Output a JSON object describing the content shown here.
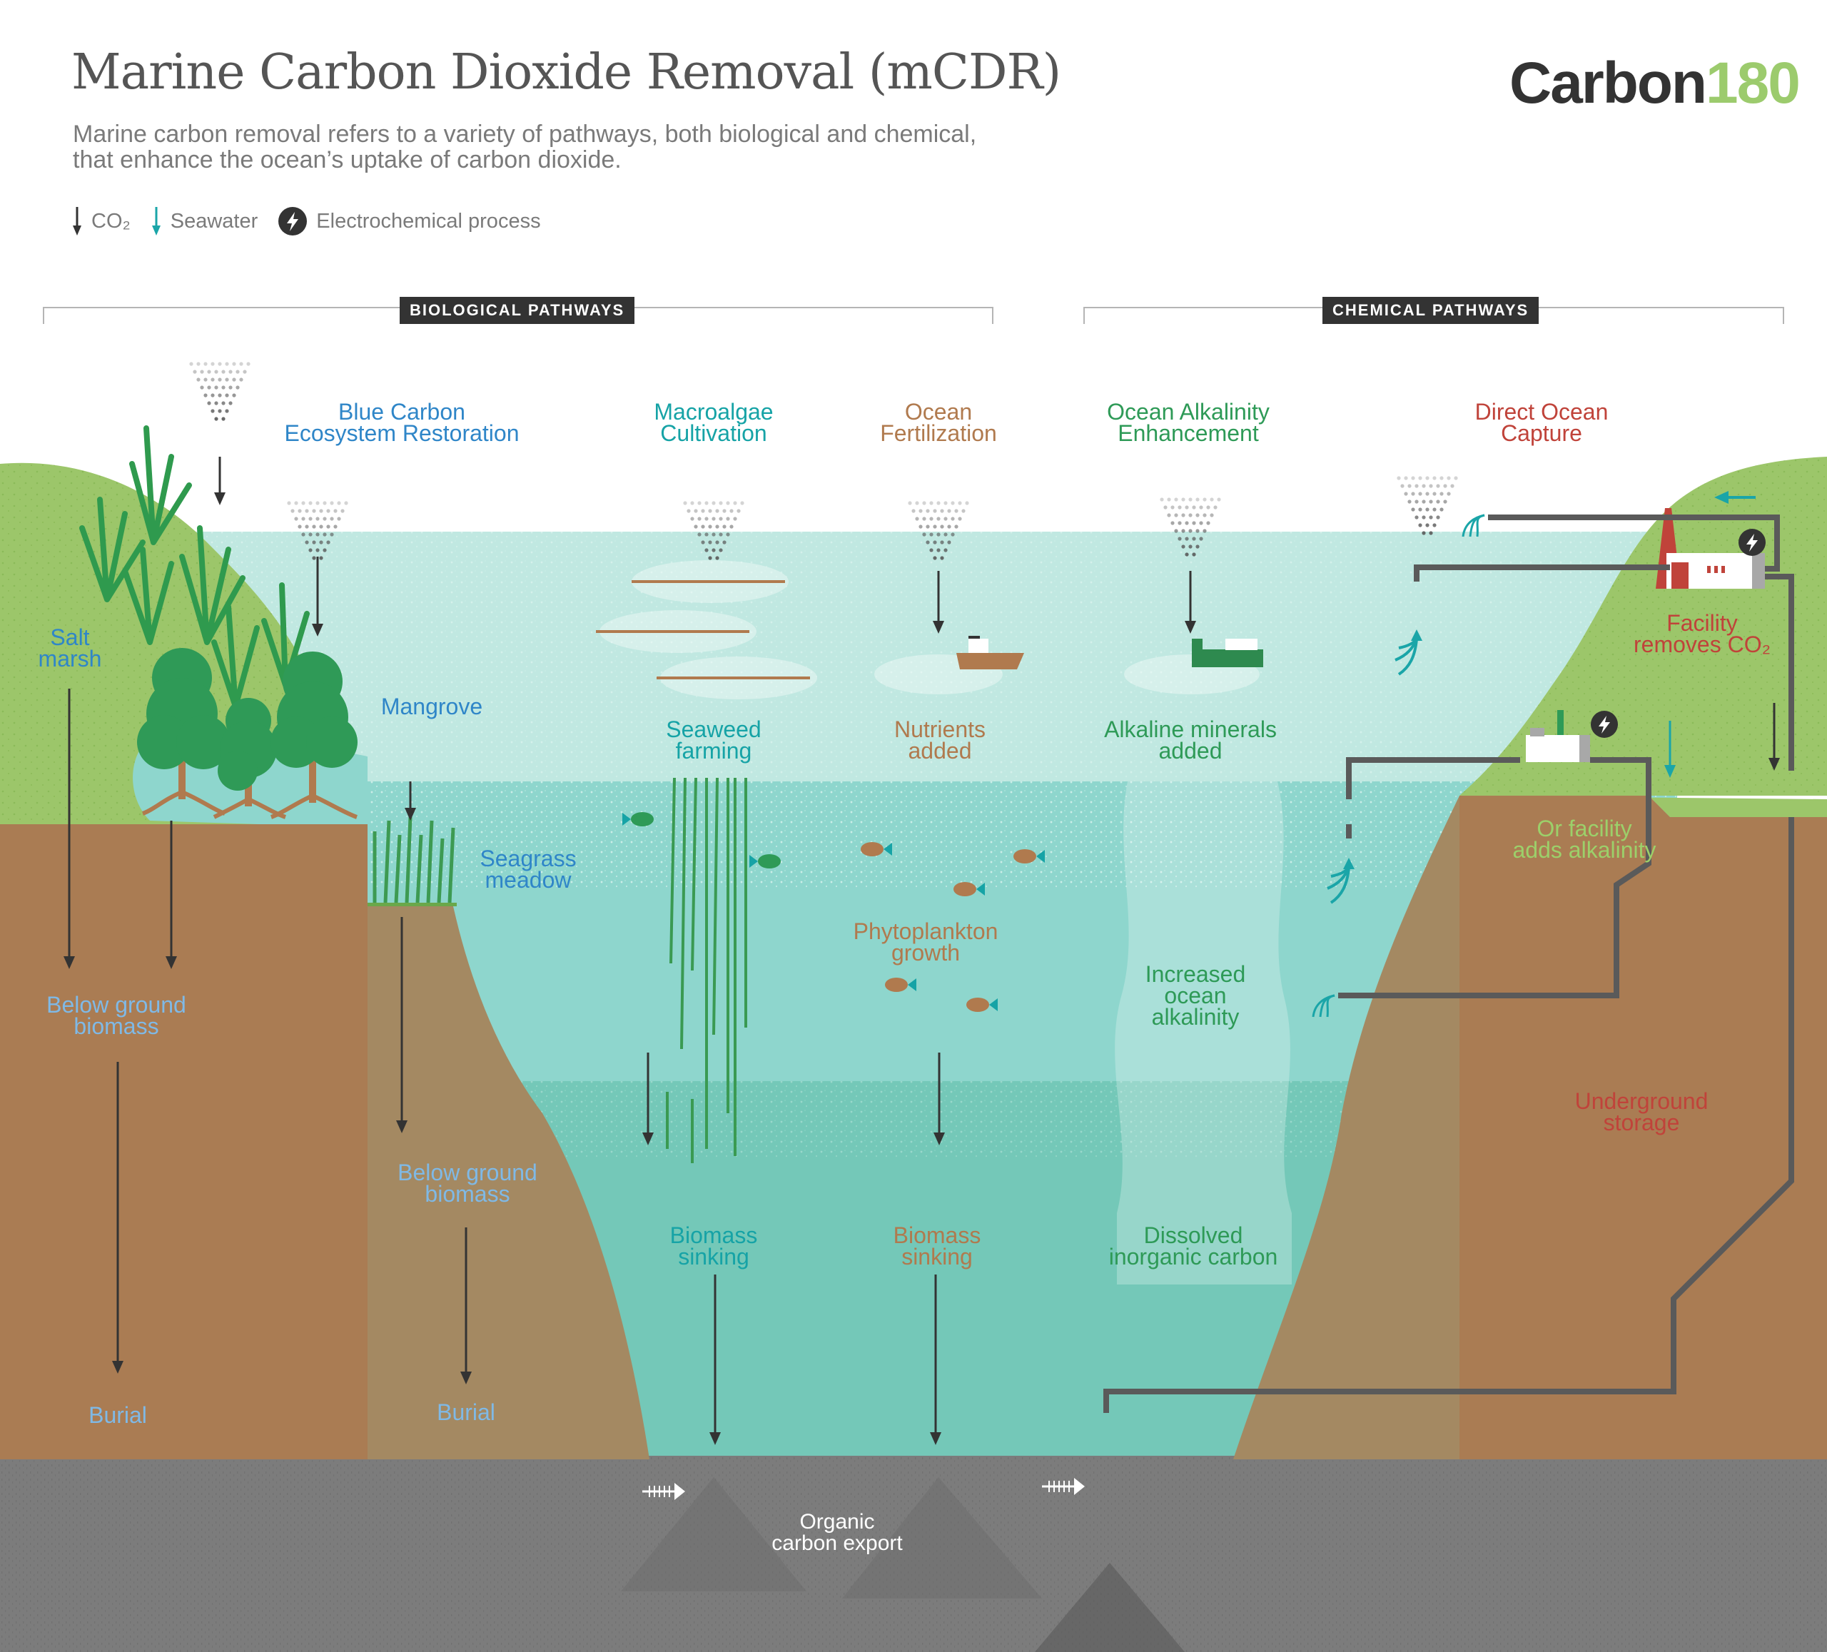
{
  "header": {
    "title": "Marine Carbon Dioxide Removal (mCDR)",
    "subtitle_lines": [
      "Marine carbon removal refers to a variety of pathways, both biological and chemical,",
      "that enhance the ocean’s uptake of carbon dioxide."
    ],
    "logo": {
      "word": "Carbon",
      "number": "180"
    }
  },
  "legend": [
    {
      "icon": "co2-arrow-icon",
      "label": "CO₂",
      "color": "#333333"
    },
    {
      "icon": "seawater-arrow-icon",
      "label": "Seawater",
      "color": "#1aa5a8"
    },
    {
      "icon": "lightning-icon",
      "label": "Electrochemical process",
      "color": "#333333"
    }
  ],
  "sections": {
    "biological": "BIOLOGICAL PATHWAYS",
    "chemical": "CHEMICAL PATHWAYS"
  },
  "pathways": {
    "blue_carbon": {
      "title_lines": [
        "Blue Carbon",
        "Ecosystem Restoration"
      ],
      "color": "#2f86c8"
    },
    "macroalgae": {
      "title_lines": [
        "Macroalgae",
        "Cultivation"
      ],
      "color": "#16a3a6"
    },
    "fertilization": {
      "title_lines": [
        "Ocean",
        "Fertilization"
      ],
      "color": "#b07a4e"
    },
    "alkalinity": {
      "title_lines": [
        "Ocean Alkalinity",
        "Enhancement"
      ],
      "color": "#2e9a57"
    },
    "direct_capture": {
      "title_lines": [
        "Direct Ocean",
        "Capture"
      ],
      "color": "#c0433a"
    }
  },
  "labels": {
    "salt_marsh": [
      "Salt",
      "marsh"
    ],
    "mangrove": "Mangrove",
    "seagrass": [
      "Seagrass",
      "meadow"
    ],
    "below_ground_1": [
      "Below ground",
      "biomass"
    ],
    "below_ground_2": [
      "Below ground",
      "biomass"
    ],
    "burial_1": "Burial",
    "burial_2": "Burial",
    "seaweed_farming": [
      "Seaweed",
      "farming"
    ],
    "nutrients_added": [
      "Nutrients",
      "added"
    ],
    "alkaline_minerals": [
      "Alkaline minerals",
      "added"
    ],
    "phytoplankton": [
      "Phytoplankton",
      "growth"
    ],
    "increased_alkalinity": [
      "Increased",
      "ocean",
      "alkalinity"
    ],
    "biomass_sinking_1": [
      "Biomass",
      "sinking"
    ],
    "biomass_sinking_2": [
      "Biomass",
      "sinking"
    ],
    "dissolved_carbon": [
      "Dissolved",
      "inorganic carbon"
    ],
    "facility_removes": [
      "Facility",
      "removes CO₂"
    ],
    "facility_adds": [
      "Or facility",
      "adds alkalinity"
    ],
    "underground_storage": [
      "Underground",
      "storage"
    ],
    "organic_export": [
      "Organic",
      "carbon export"
    ]
  },
  "colors": {
    "co2_arrow": "#333333",
    "seawater": "#1aa5a8",
    "land_green": "#9cc66a",
    "soil_dark": "#aa7c53",
    "soil_light": "#a48962",
    "water_top": "#c0e8e1",
    "water_mid": "#8ed6cd",
    "water_deep": "#74c8b8",
    "seafloor": "#7c7c7c",
    "pipe": "#5a5a5a"
  }
}
